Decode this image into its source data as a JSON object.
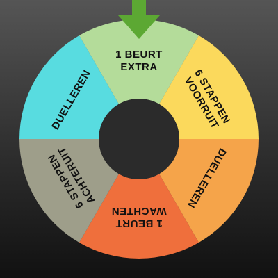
{
  "wheel": {
    "segments": [
      {
        "lines": [
          "1 BEURT",
          "EXTRA"
        ],
        "color": "#b4dc9a"
      },
      {
        "lines": [
          "6 STAPPEN",
          "VOORRUIT"
        ],
        "color": "#fbd95c"
      },
      {
        "lines": [
          "DUELLEREN"
        ],
        "color": "#f5a44a"
      },
      {
        "lines": [
          "1 BEURT",
          "WACHTEN"
        ],
        "color": "#ef6f3c"
      },
      {
        "lines": [
          "6 STAPPEN",
          "ACHTERUIT"
        ],
        "color": "#9e9e8a"
      },
      {
        "lines": [
          "DUELLEREN"
        ],
        "color": "#58dce0"
      }
    ],
    "hub_color": "#2b2b2b",
    "pointer": {
      "icon": "arrow-down-icon",
      "color": "#5ca833"
    }
  }
}
